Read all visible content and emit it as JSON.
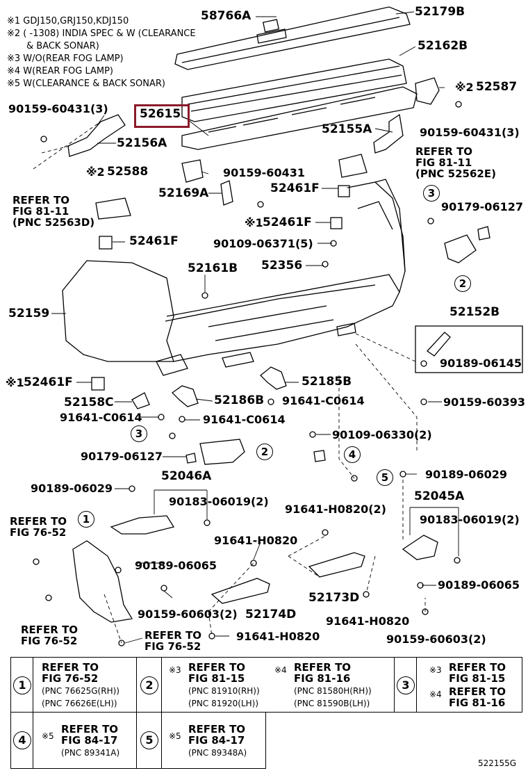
{
  "notes": [
    "※1 GDJ150,GRJ150,KDJ150",
    "※2 (        -1308) INDIA SPEC & W (CLEARANCE",
    "& BACK SONAR)",
    "※3 W/O(REAR FOG LAMP)",
    "※4 W(REAR FOG LAMP)",
    "※5 W(CLEARANCE & BACK SONAR)"
  ],
  "parts": {
    "p58766A": "58766A",
    "p52179B": "52179B",
    "p52162B": "52162B",
    "p52587": "52587",
    "p52587_mark": "※2",
    "p52615": "52615",
    "p52155A": "52155A",
    "p90159_60431_l": "90159-60431(3)",
    "p90159_60431_r": "90159-60431(3)",
    "p52156A": "52156A",
    "p52588": "52588",
    "p52588_mark": "※2",
    "p90159_60431": "90159-60431",
    "p52169A": "52169A",
    "p52461F_a": "52461F",
    "p52461F_b": "52461F",
    "p52461F_b_mark": "※1",
    "p52461F_c": "52461F",
    "p52461F_d": "52461F",
    "p52461F_d_mark": "※1",
    "p90179_06127_r": "90179-06127",
    "p90109_06371": "90109-06371(5)",
    "p52356": "52356",
    "p52161B": "52161B",
    "p52159": "52159",
    "p52152B": "52152B",
    "p90189_06145": "90189-06145",
    "p90159_60393": "90159-60393",
    "p52185B": "52185B",
    "p52158C": "52158C",
    "p52186B": "52186B",
    "p91641_C0614_a": "91641-C0614",
    "p91641_C0614_b": "91641-C0614",
    "p91641_C0614_c": "91641-C0614",
    "p90109_06330": "90109-06330(2)",
    "p90179_06127_l": "90179-06127",
    "p90189_06029_l": "90189-06029",
    "p90189_06029_r": "90189-06029",
    "p52046A": "52046A",
    "p90183_06019_l": "90183-06019(2)",
    "p91641_H0820_2": "91641-H0820(2)",
    "p52045A": "52045A",
    "p90183_06019_r": "90183-06019(2)",
    "p91641_H0820_a": "91641-H0820",
    "p90189_06065_l": "90189-06065",
    "p90189_06065_r": "90189-06065",
    "p52173D": "52173D",
    "p90159_60603_l": "90159-60603(2)",
    "p52174D": "52174D",
    "p91641_H0820_b": "91641-H0820",
    "p90159_60603_r": "90159-60603(2)",
    "p91641_H0820_c": "91641-H0820"
  },
  "refers": {
    "r1": [
      "REFER TO",
      "FIG 81-11",
      "(PNC 52562E)"
    ],
    "r2": [
      "REFER TO",
      "FIG 81-11",
      "(PNC 52563D)"
    ],
    "r3": [
      "REFER TO",
      "FIG 76-52"
    ],
    "r4": [
      "REFER TO",
      "FIG 76-52"
    ],
    "r5": [
      "REFER TO",
      "FIG 76-52"
    ]
  },
  "circles": {
    "c1": "1",
    "c2": "2",
    "c3": "3",
    "c4": "4",
    "c5": "5"
  },
  "legend": {
    "cell1": {
      "num": "1",
      "line1": "REFER TO",
      "line2": "FIG 76-52",
      "sub1": "(PNC 76625G(RH))",
      "sub2": "(PNC 76626E(LH))"
    },
    "cell2": {
      "num": "2",
      "a_mark": "※3",
      "a_line1": "REFER TO",
      "a_line2": "FIG 81-15",
      "a_sub1": "(PNC 81910(RH))",
      "a_sub2": "(PNC 81920(LH))",
      "b_mark": "※4",
      "b_line1": "REFER TO",
      "b_line2": "FIG 81-16",
      "b_sub1": "(PNC 81580H(RH))",
      "b_sub2": "(PNC 81590B(LH))"
    },
    "cell3": {
      "num": "3",
      "a_mark": "※3",
      "a_line1": "REFER TO",
      "a_line2": "FIG 81-15",
      "b_mark": "※4",
      "b_line1": "REFER TO",
      "b_line2": "FIG 81-16"
    },
    "cell4": {
      "num": "4",
      "mark": "※5",
      "line1": "REFER TO",
      "line2": "FIG 84-17",
      "sub1": "(PNC 89341A)"
    },
    "cell5": {
      "num": "5",
      "mark": "※5",
      "line1": "REFER TO",
      "line2": "FIG 84-17",
      "sub1": "(PNC 89348A)"
    }
  },
  "figure_code": "522155G",
  "colors": {
    "highlight": "#8b1a2b"
  }
}
